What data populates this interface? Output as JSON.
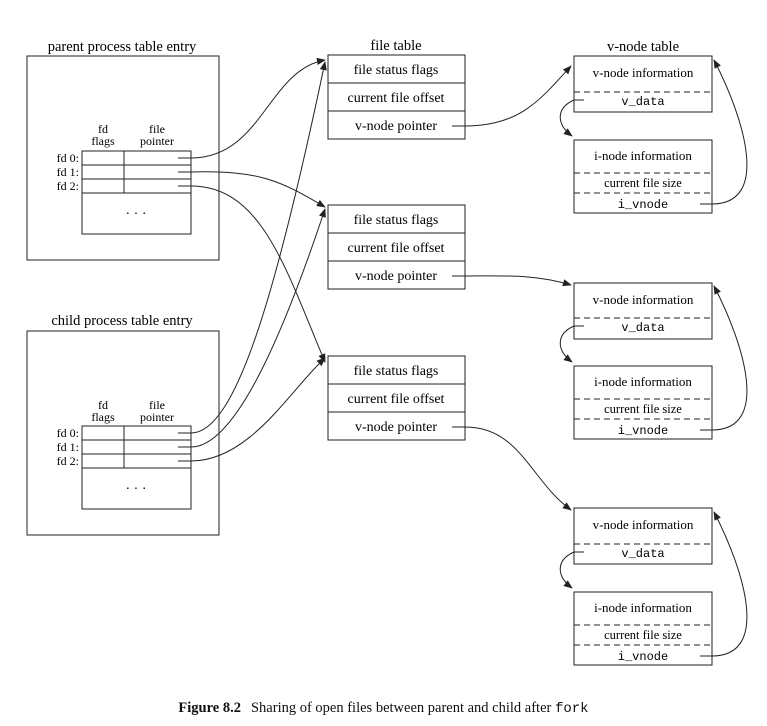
{
  "parent": {
    "title": "parent process table entry",
    "fd_header": "fd\nflags",
    "ptr_header": "file\npointer",
    "fds": [
      "fd 0:",
      "fd 1:",
      "fd 2:"
    ],
    "ellipsis": "· · ·"
  },
  "child": {
    "title": "child process table entry",
    "fd_header": "fd\nflags",
    "ptr_header": "file\npointer",
    "fds": [
      "fd 0:",
      "fd 1:",
      "fd 2:"
    ],
    "ellipsis": "· · ·"
  },
  "file_table": {
    "title": "file table",
    "entries": [
      {
        "status": "file status flags",
        "offset": "current file offset",
        "vptr": "v-node pointer"
      },
      {
        "status": "file status flags",
        "offset": "current file offset",
        "vptr": "v-node pointer"
      },
      {
        "status": "file status flags",
        "offset": "current file offset",
        "vptr": "v-node pointer"
      }
    ]
  },
  "vnode_table": {
    "title": "v-node table",
    "entries": [
      {
        "vinfo": "v-node information",
        "vdata": "v_data",
        "iinfo": "i-node information",
        "fsize": "current file size",
        "ivnode": "i_vnode"
      },
      {
        "vinfo": "v-node information",
        "vdata": "v_data",
        "iinfo": "i-node information",
        "fsize": "current file size",
        "ivnode": "i_vnode"
      },
      {
        "vinfo": "v-node information",
        "vdata": "v_data",
        "iinfo": "i-node information",
        "fsize": "current file size",
        "ivnode": "i_vnode"
      }
    ]
  },
  "caption": {
    "number": "Figure 8.2",
    "text": "Sharing of open files between parent and child after",
    "code": "fork"
  }
}
